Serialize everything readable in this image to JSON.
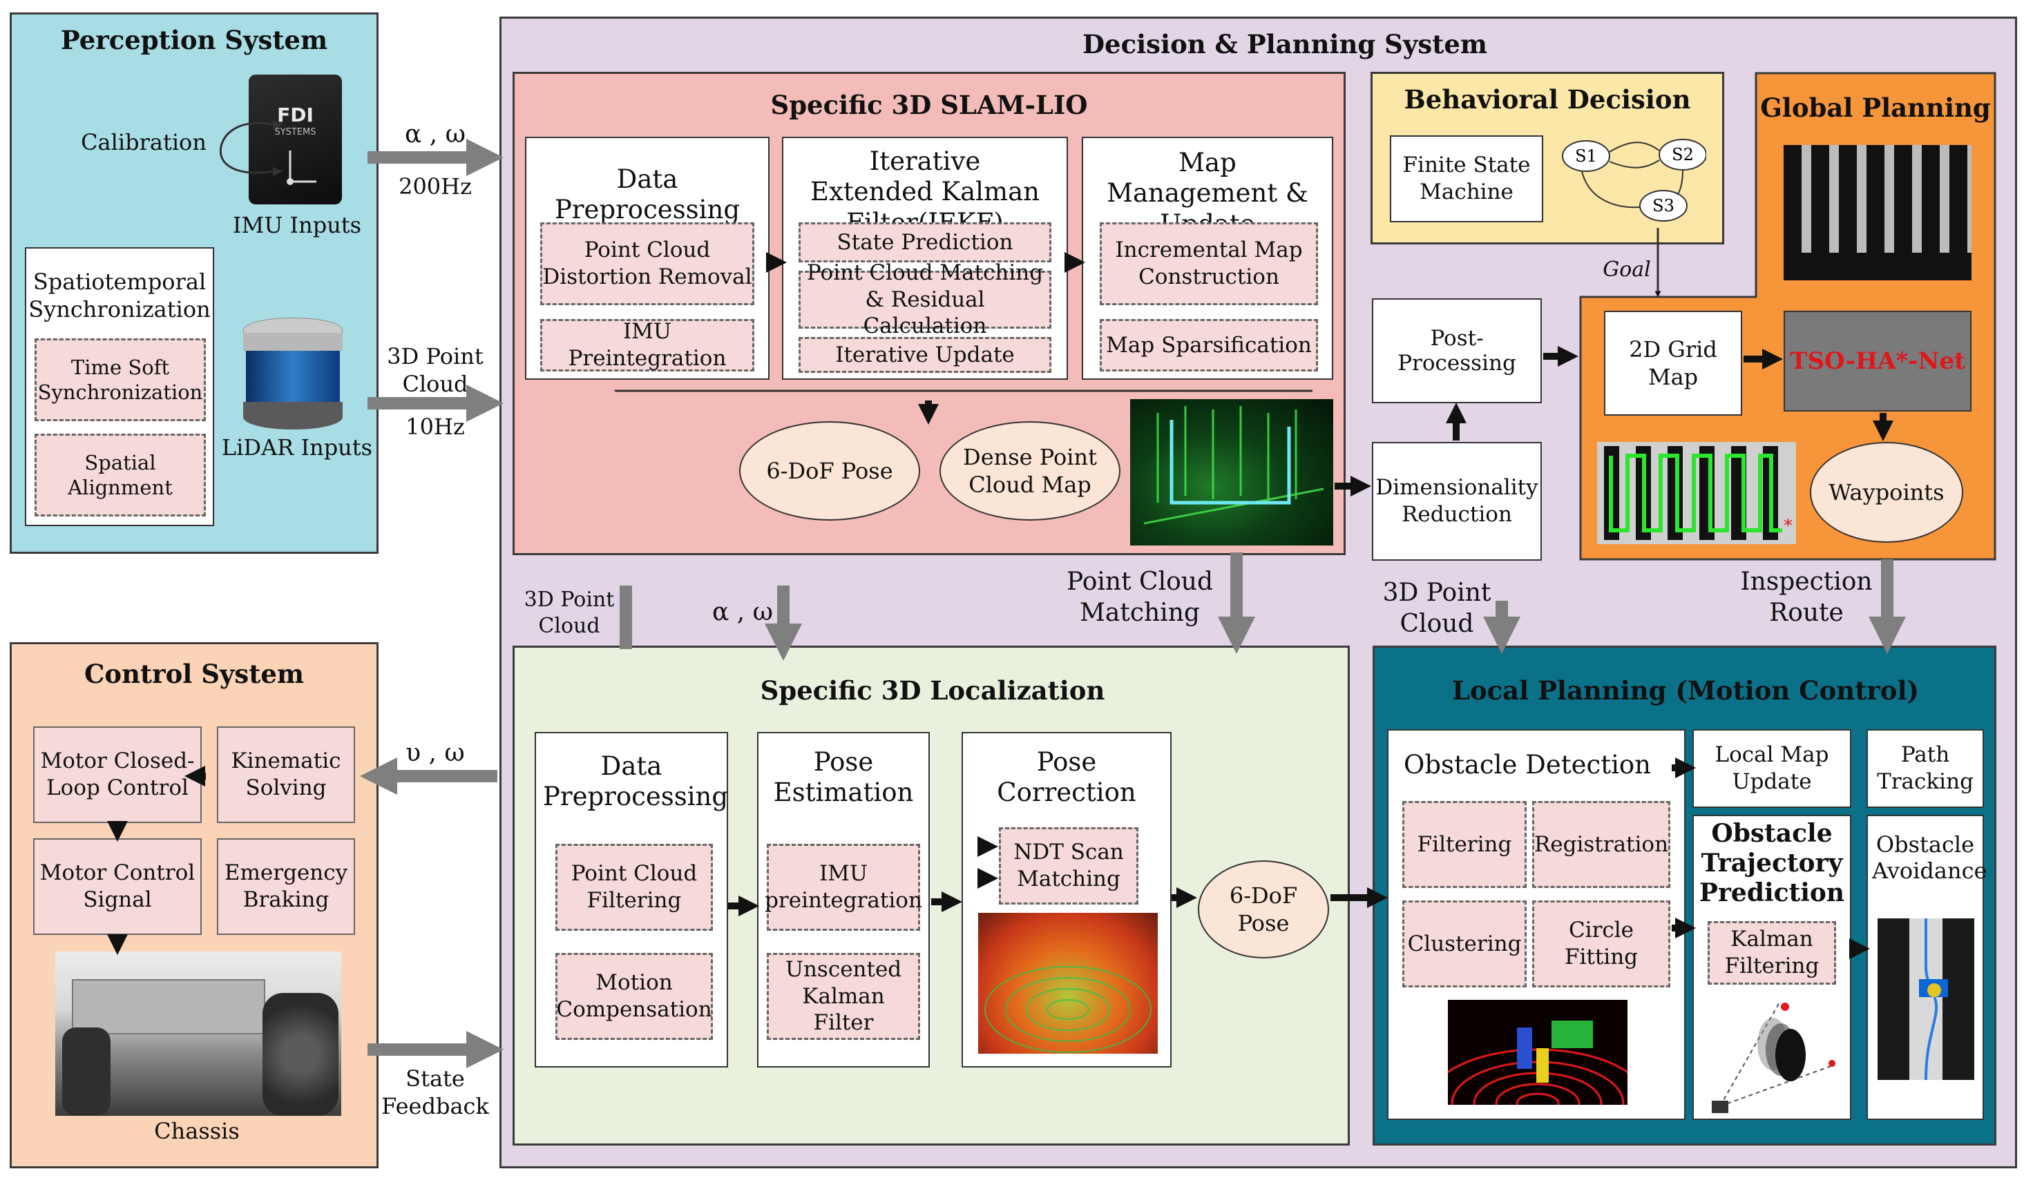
{
  "perception": {
    "title": "Perception System",
    "calibration": "Calibration",
    "imu_brand": "FDI",
    "imu_brand_sub": "SYSTEMS",
    "imu_inputs": "IMU Inputs",
    "sync_title": "Spatiotemporal Synchronization",
    "time_sync": "Time Soft Synchronization",
    "spatial_align": "Spatial Alignment",
    "lidar_inputs": "LiDAR Inputs"
  },
  "links": {
    "imu_symbol": "α , ω",
    "imu_rate": "200Hz",
    "lidar_signal": "3D Point Cloud",
    "lidar_rate": "10Hz",
    "control_symbol": "υ , ω",
    "state_feedback": "State Feedback",
    "loc_pc": "3D Point Cloud",
    "loc_imu": "α , ω",
    "pc_matching": "Point Cloud Matching",
    "local_pc": "3D Point Cloud",
    "inspection_route": "Inspection Route",
    "goal": "Goal"
  },
  "control": {
    "title": "Control System",
    "motor_closed_loop": "Motor Closed-Loop Control",
    "kinematic": "Kinematic Solving",
    "motor_signal": "Motor Control Signal",
    "emergency": "Emergency Braking",
    "chassis": "Chassis"
  },
  "decision": {
    "title": "Decision & Planning System"
  },
  "slam": {
    "title": "Specific 3D SLAM-LIO",
    "pre_title": "Data Preprocessing",
    "distortion": "Point Cloud Distortion Removal",
    "imu_preint": "IMU Preintegration",
    "iekf_title": "Iterative Extended Kalman Filter(IEKF)",
    "state_pred": "State Prediction",
    "pc_match_res": "Point Cloud Matching & Residual Calculation",
    "iter_update": "Iterative Update",
    "map_title": "Map Management & Update",
    "inc_map": "Incremental Map Construction",
    "map_sparse": "Map Sparsification",
    "pose": "6-DoF Pose",
    "dense_map": "Dense Point Cloud Map"
  },
  "behavior": {
    "title": "Behavioral Decision",
    "fsm": "Finite State Machine",
    "s1": "S1",
    "s2": "S2",
    "s3": "S3"
  },
  "middle": {
    "post": "Post-Processing",
    "dim_red": "Dimensionality Reduction"
  },
  "global": {
    "title": "Global Planning",
    "grid_map": "2D Grid Map",
    "net": "TSO-HA*-Net",
    "waypoints": "Waypoints"
  },
  "loc": {
    "title": "Specific 3D Localization",
    "pre_title": "Data Preprocessing",
    "pc_filter": "Point Cloud Filtering",
    "motion_comp": "Motion Compensation",
    "pose_est_title": "Pose Estimation",
    "imu_preint": "IMU preintegration",
    "ukf": "Unscented Kalman Filter",
    "pose_corr_title": "Pose Correction",
    "ndt": "NDT Scan Matching",
    "pose": "6-DoF Pose"
  },
  "local": {
    "title": "Local Planning (Motion Control)",
    "obs_det_title": "Obstacle Detection",
    "filtering": "Filtering",
    "registration": "Registration",
    "clustering": "Clustering",
    "circle_fit": "Circle Fitting",
    "local_map": "Local Map Update",
    "path_track": "Path Tracking",
    "traj_title": "Obstacle Trajectory Prediction",
    "kalman": "Kalman Filtering",
    "avoid_title": "Obstacle Avoidance"
  },
  "colors": {
    "perception_bg": "#a9dde6",
    "decision_bg": "#e2d5e6",
    "control_bg": "#fbd3b6",
    "slam_bg": "#f4bcb8",
    "behavior_bg": "#fbe7a8",
    "global_bg": "#f7953b",
    "loc_bg": "#e9f0dd",
    "local_bg": "#0b7189",
    "net_red": "#e0161b",
    "arrow_gray": "#7f7f7f"
  }
}
